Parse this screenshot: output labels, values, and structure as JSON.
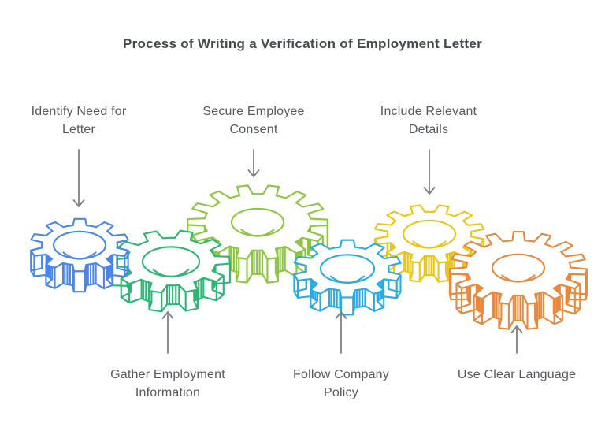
{
  "title": "Process of Writing a Verification of Employment Letter",
  "steps": [
    {
      "label": "Identify Need for Letter",
      "color": "#4a86e8",
      "label_position": "top"
    },
    {
      "label": "Gather Employment Information",
      "color": "#2bb673",
      "label_position": "bottom"
    },
    {
      "label": "Secure Employee Consent",
      "color": "#8cc63f",
      "label_position": "top"
    },
    {
      "label": "Follow Company Policy",
      "color": "#29abe2",
      "label_position": "bottom"
    },
    {
      "label": "Include Relevant Details",
      "color": "#e9c616",
      "label_position": "top"
    },
    {
      "label": "Use Clear Language",
      "color": "#e8883c",
      "label_position": "bottom"
    }
  ],
  "colors": {
    "arrow": "#7d8082",
    "title_text": "#45494e",
    "label_text": "#55585c",
    "background": "#ffffff",
    "gear_fill": "#ffffff"
  }
}
